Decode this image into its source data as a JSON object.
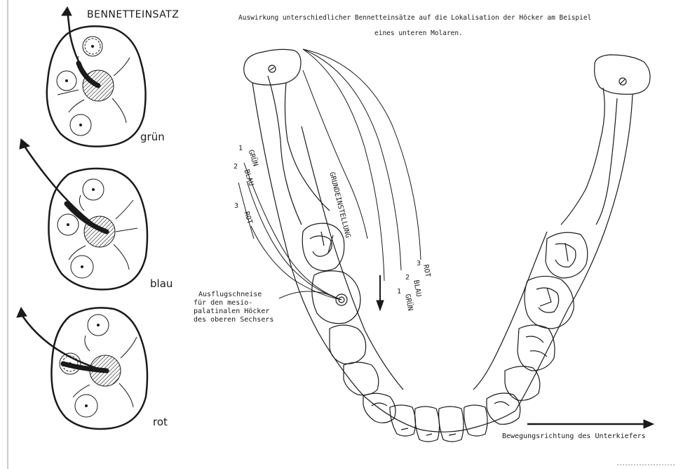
{
  "title_line1": "Auswirkung unterschiedlicher Bennetteinsätze auf  die Lokalisation der Höcker am  Beispiel",
  "title_line2": "eines unteren Molaren.",
  "bennett_heading": "BENNETTEINSATZ",
  "tooth_labels": [
    "grün",
    "blau",
    "rot"
  ],
  "left_path_labels": [
    {
      "num": "1",
      "text": "GRÜN"
    },
    {
      "num": "2",
      "text": "BLAU"
    },
    {
      "num": "3",
      "text": "ROT"
    }
  ],
  "right_path_labels": [
    {
      "num": "3",
      "text": "ROT"
    },
    {
      "num": "2",
      "text": "BLAU"
    },
    {
      "num": "1",
      "text": "GRÜN"
    }
  ],
  "grundeinstellung": "GRUNDEINSTELLUNG",
  "annotation_lines": [
    "Ausflugschneise",
    "für den mesio-",
    "palatinalen Höcker",
    "des oberen Sechsers"
  ],
  "movement_label": "Bewegungsrichtung des Unterkiefers",
  "colors": {
    "ink": "#1a1a1a",
    "paper": "#ffffff"
  }
}
